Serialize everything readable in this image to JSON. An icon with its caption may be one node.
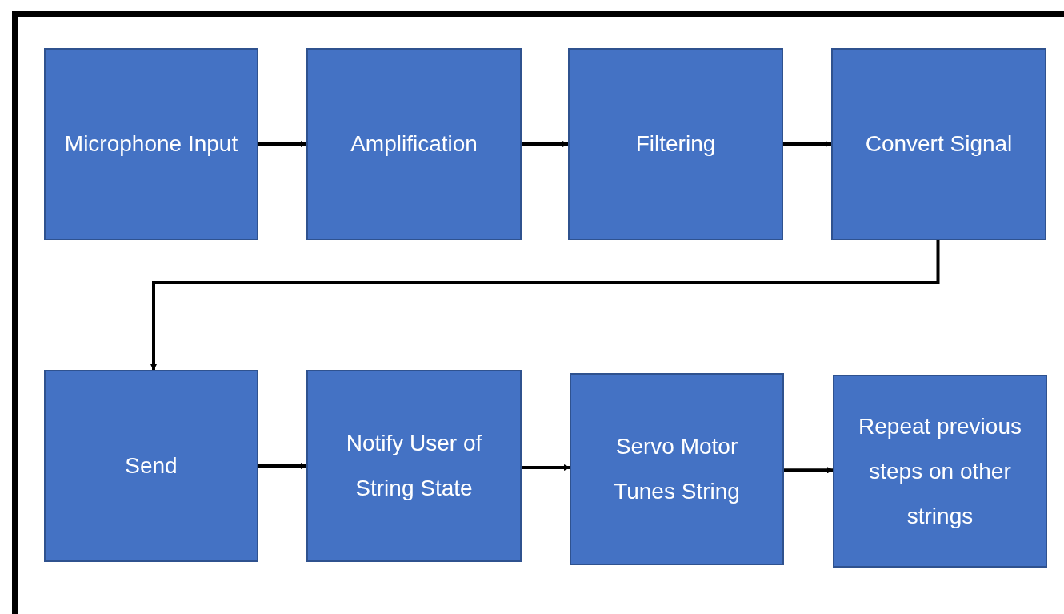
{
  "diagram": {
    "nodes": [
      {
        "text": [
          "Microphone Input"
        ]
      },
      {
        "text": [
          "Amplification"
        ]
      },
      {
        "text": [
          "Filtering"
        ]
      },
      {
        "text": [
          "Convert Signal"
        ]
      },
      {
        "text": [
          "Send"
        ]
      },
      {
        "text": [
          "Notify User of String State"
        ]
      },
      {
        "text": [
          "Servo Motor Tunes String"
        ]
      },
      {
        "text": [
          "Repeat previous steps on other strings"
        ]
      }
    ],
    "edges": [
      {
        "from": 0,
        "to": 1,
        "arrow": "to"
      },
      {
        "from": 1,
        "to": 2,
        "arrow": "to"
      },
      {
        "from": 2,
        "to": 3,
        "arrow": "to"
      },
      {
        "from": 3,
        "to": 4,
        "arrow": "to"
      },
      {
        "from": 4,
        "to": 5,
        "arrow": "to"
      },
      {
        "from": 5,
        "to": 6,
        "arrow": "to"
      },
      {
        "from": 6,
        "to": 7,
        "arrow": "to"
      }
    ]
  }
}
